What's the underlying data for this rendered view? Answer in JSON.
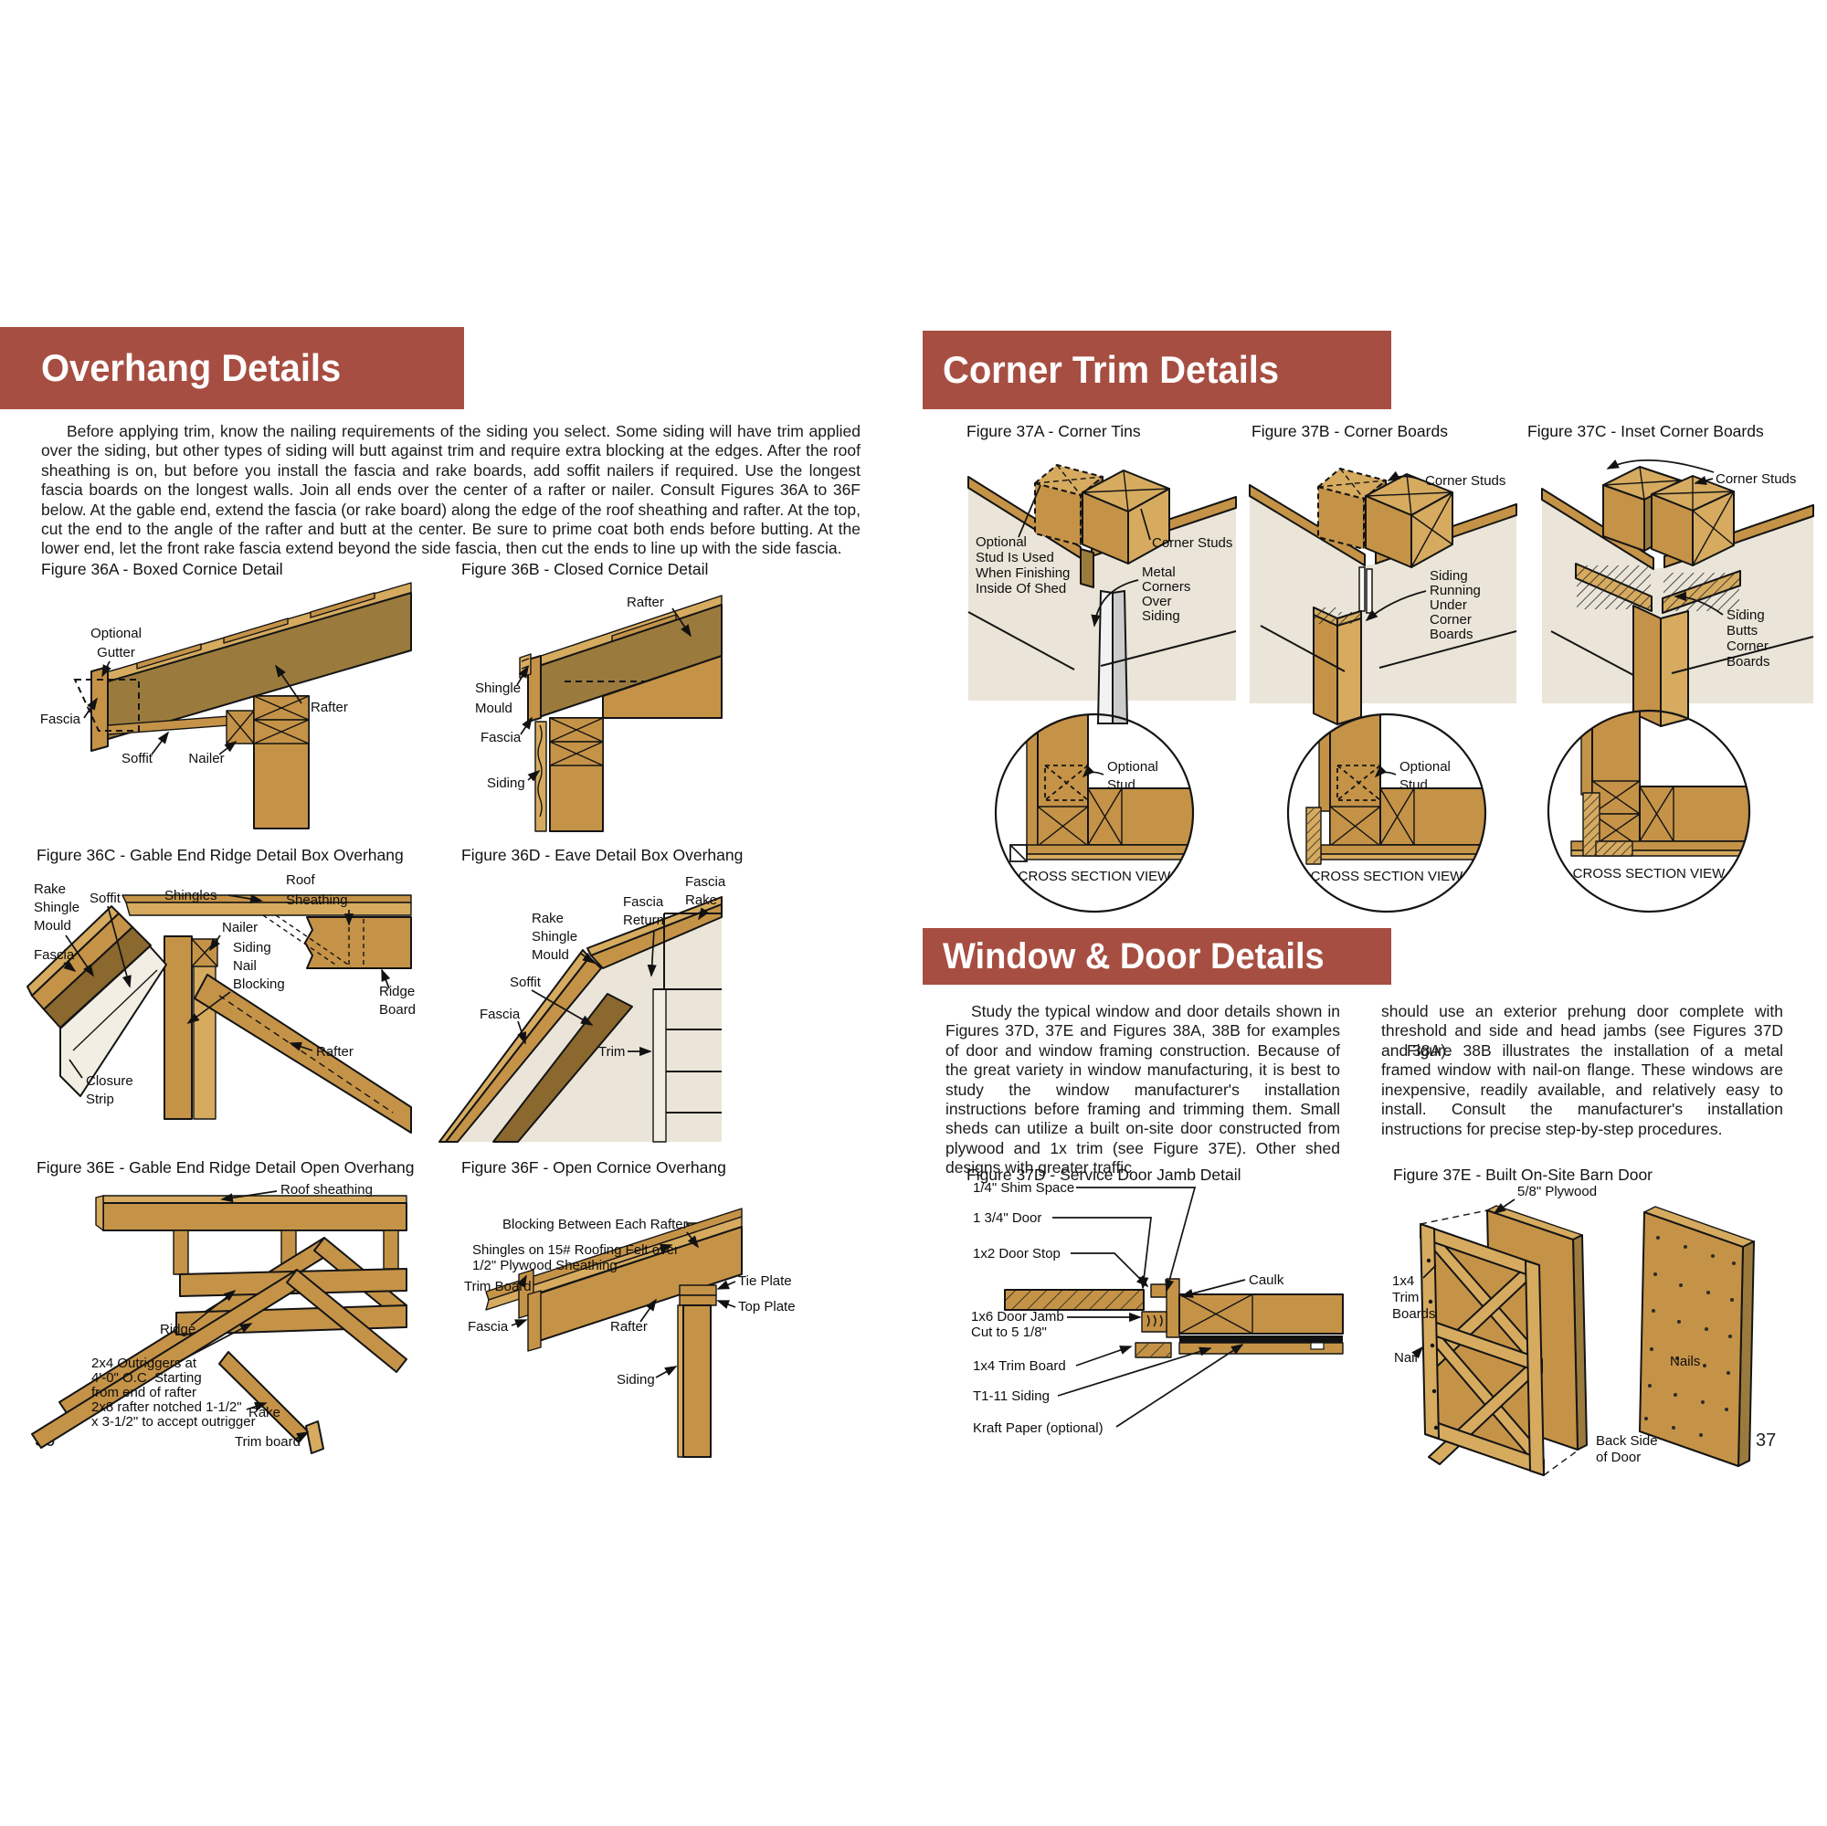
{
  "left": {
    "header": "Overhang Details",
    "intro": "Before applying trim, know the nailing requirements of the siding you select. Some siding will have trim applied over the siding, but other types of siding will butt against trim and require extra blocking at the edges. After the roof sheathing is on, but before you install the fascia and rake boards, add soffit nailers if required. Use the longest fascia boards on the longest walls. Join all ends over the center of a rafter or nailer. Consult Figures 36A to 36F below. At the gable end, extend the fascia (or rake board) along the edge of the roof sheathing and rafter. At the top, cut the end to the angle of the rafter and butt at the center. Be sure to prime coat both ends before butting. At the lower end, let the front rake fascia extend beyond the side fascia, then cut the ends to line up with the side fascia.",
    "page_number": "36",
    "f36a": {
      "caption": "Figure 36A - Boxed Cornice Detail",
      "labels": {
        "optional_gutter": [
          "Optional",
          "Gutter"
        ],
        "fascia": "Fascia",
        "soffit": "Soffit",
        "nailer": "Nailer",
        "rafter": "Rafter"
      }
    },
    "f36b": {
      "caption": "Figure 36B - Closed Cornice Detail",
      "labels": {
        "rafter": "Rafter",
        "shingle_mould": [
          "Shingle",
          "Mould"
        ],
        "fascia": "Fascia",
        "siding": "Siding"
      }
    },
    "f36c": {
      "caption": "Figure 36C - Gable End Ridge Detail Box Overhang",
      "labels": {
        "rake_shingle_mould": [
          "Rake",
          "Shingle",
          "Mould"
        ],
        "soffit": "Soffit",
        "shingles": "Shingles",
        "roof_sheathing": [
          "Roof",
          "Sheathing"
        ],
        "nailer": "Nailer",
        "siding_nail_blocking": [
          "Siding",
          "Nail",
          "Blocking"
        ],
        "fascia": "Fascia",
        "ridge_board": [
          "Ridge",
          "Board"
        ],
        "rafter": "Rafter",
        "closure_strip": [
          "Closure",
          "Strip"
        ]
      }
    },
    "f36d": {
      "caption": "Figure 36D - Eave Detail Box Overhang",
      "labels": {
        "rake_shingle_mould": [
          "Rake",
          "Shingle",
          "Mould"
        ],
        "fascia_return": [
          "Fascia",
          "Return"
        ],
        "fascia_rake": [
          "Fascia",
          "Rake"
        ],
        "soffit": "Soffit",
        "fascia": "Fascia",
        "trim": "Trim"
      }
    },
    "f36e": {
      "caption": "Figure 36E - Gable End Ridge Detail Open Overhang",
      "labels": {
        "roof_sheathing": "Roof sheathing",
        "ridge": "Ridge",
        "outriggers": [
          "2x4 Outriggers at",
          "4'-0\" O.C. Starting",
          "from end of rafter",
          "2x8 rafter notched 1-1/2\"",
          "x 3-1/2\" to accept outrigger"
        ],
        "rake": "Rake",
        "trim_board": "Trim board"
      }
    },
    "f36f": {
      "caption": "Figure 36F - Open Cornice Overhang",
      "labels": {
        "blocking": "Blocking Between Each Rafter",
        "shingles": [
          "Shingles on 15# Roofing Felt over",
          "1/2\" Plywood Sheathing"
        ],
        "trim_board": "Trim Board",
        "fascia": "Fascia",
        "rafter": "Rafter",
        "tie_plate": "Tie Plate",
        "top_plate": "Top Plate",
        "siding": "Siding"
      }
    }
  },
  "right": {
    "header_corner": "Corner Trim Details",
    "header_window": "Window & Door Details",
    "col1": "Study the typical window and door details shown in Figures 37D, 37E and Figures 38A, 38B for examples of door and window framing construction. Because of the great variety in window manufacturing, it is best to study the window manufacturer's installation instructions before framing and trimming them. Small sheds can utilize a built on-site door constructed from plywood and 1x trim (see Figure 37E). Other shed designs with greater traffic",
    "col2a": "should use an exterior prehung door complete with threshold and side and head jambs (see Figures 37D and 38A).",
    "col2b": "Figure 38B illustrates the installation of a metal framed window with nail-on flange. These windows are inexpensive, readily available, and relatively easy to install. Consult the manufacturer's installation instructions for precise step-by-step procedures.",
    "page_number": "37",
    "f37a": {
      "caption": "Figure 37A - Corner Tins",
      "labels": {
        "optional_stud": [
          "Optional",
          "Stud Is Used",
          "When Finishing",
          "Inside Of Shed"
        ],
        "corner_studs": "Corner Studs",
        "metal_corners": [
          "Metal",
          "Corners",
          "Over",
          "Siding"
        ]
      }
    },
    "f37b": {
      "caption": "Figure 37B - Corner Boards",
      "labels": {
        "corner_studs": "Corner Studs",
        "siding_under": [
          "Siding",
          "Running",
          "Under",
          "Corner",
          "Boards"
        ]
      }
    },
    "f37c": {
      "caption": "Figure 37C - Inset Corner Boards",
      "labels": {
        "corner_studs": "Corner Studs",
        "siding_butts": [
          "Siding",
          "Butts",
          "Corner",
          "Boards"
        ]
      }
    },
    "cross_section": {
      "optional_stud": [
        "Optional",
        "Stud"
      ],
      "view": "CROSS SECTION VIEW"
    },
    "f37d": {
      "caption": "Figure 37D - Service Door Jamb Detail",
      "labels": {
        "shim": "1/4\" Shim Space",
        "door": "1 3/4\" Door",
        "stop": "1x2 Door Stop",
        "caulk": "Caulk",
        "jamb": [
          "1x6 Door Jamb",
          "Cut to 5 1/8\""
        ],
        "trim": "1x4 Trim Board",
        "siding": "T1-11 Siding",
        "kraft": "Kraft Paper (optional)"
      }
    },
    "f37e": {
      "caption": "Figure 37E - Built On-Site Barn Door",
      "labels": {
        "plywood": "5/8\" Plywood",
        "trim_boards": [
          "1x4",
          "Trim",
          "Boards"
        ],
        "nail": "Nail",
        "nails": "Nails",
        "back": [
          "Back Side",
          "of Door"
        ]
      }
    }
  }
}
